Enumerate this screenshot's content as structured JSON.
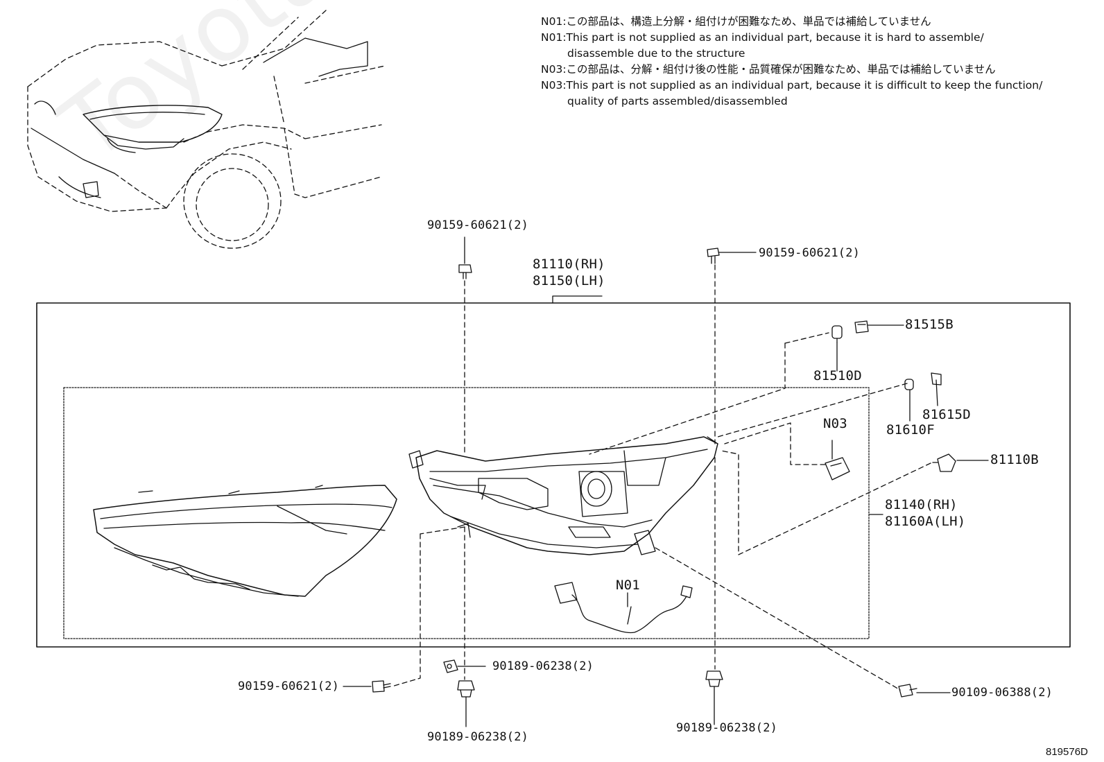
{
  "watermark": "ToyotaCarMine.ru",
  "notes": [
    {
      "text": "N01:この部品は、構造上分解・組付けが困難なため、単品では補給していません",
      "indent": false
    },
    {
      "text": "N01:This part is not supplied as an individual part, because it is hard to assemble/",
      "indent": false
    },
    {
      "text": "disassemble due to the structure",
      "indent": true
    },
    {
      "text": "N03:この部品は、分解・組付け後の性能・品質確保が困難なため、単品では補給していません",
      "indent": false
    },
    {
      "text": "N03:This part is not supplied as an individual part, because it is difficult to keep the function/",
      "indent": false
    },
    {
      "text": "quality of parts assembled/disassembled",
      "indent": true
    }
  ],
  "labels": {
    "bolt_top_left": "90159-60621(2)",
    "bolt_top_right": "90159-60621(2)",
    "assembly_rh": "81110(RH)",
    "assembly_lh": "81150(LH)",
    "p81515b": "81515B",
    "p81510d": "81510D",
    "p81615d": "81615D",
    "p81610f": "81610F",
    "n03": "N03",
    "p81110b": "81110B",
    "unit_rh": "81140(RH)",
    "unit_lh": "81160A(LH)",
    "n01": "N01",
    "nut_mid": "90189-06238(2)",
    "bolt_bottom_left": "90159-60621(2)",
    "nut_bottom_left": "90189-06238(2)",
    "nut_bottom_right": "90189-06238(2)",
    "screw_bottom_right": "90109-06388(2)",
    "diagram_code": "819576D"
  }
}
